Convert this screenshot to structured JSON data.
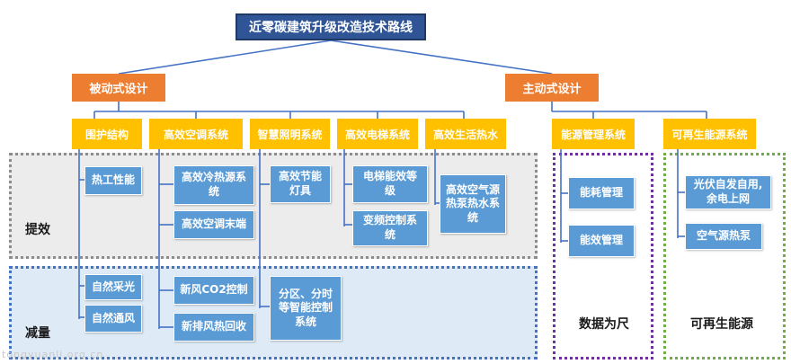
{
  "title": "近零碳建筑升级改造技术路线",
  "design": {
    "passive": "被动式设计",
    "active": "主动式设计"
  },
  "systems": [
    "围护结构",
    "高效空调系统",
    "智慧照明系统",
    "高效电梯系统",
    "高效生活热水",
    "能源管理系统",
    "可再生能源系统"
  ],
  "zones": {
    "improve": "提效",
    "reduce": "减量",
    "data": "数据为尺",
    "renewable": "可再生能源"
  },
  "items": {
    "thermal": "热工性能",
    "natural_light": "自然采光",
    "natural_vent": "自然通风",
    "chiller": "高效冷热源系统",
    "ac_terminal": "高效空调末端",
    "fresh_air": "新风CO2控制",
    "exhaust_recovery": "新排风热回收",
    "lamp": "高效节能灯具",
    "zoned_control": "分区、分时等智能控制系统",
    "elevator_rating": "电梯能效等级",
    "vfd": "变频控制系统",
    "heat_pump_water": "高效空气源热泵热水系统",
    "energy_consumption": "能耗管理",
    "energy_efficiency": "能效管理",
    "pv": "光伏自发自用,余电上网",
    "air_heat_pump": "空气源热泵"
  },
  "watermark": "tongyuanli.org.cn",
  "colors": {
    "title_bg": "#2f5597",
    "orange": "#ed7d31",
    "yellow": "#ffc000",
    "item_blue": "#5b9bd5",
    "zone_improve": "#ececec",
    "zone_reduce": "#deebf7"
  }
}
